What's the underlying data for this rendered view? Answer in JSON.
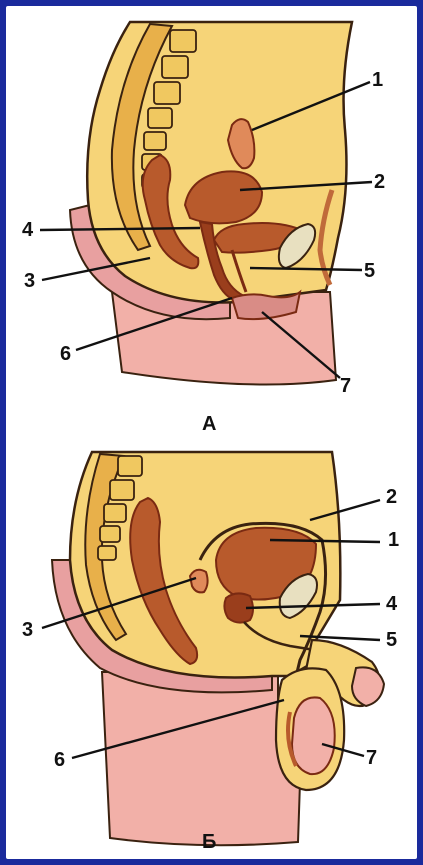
{
  "figure_a": {
    "caption": "А",
    "labels": [
      "1",
      "2",
      "3",
      "4",
      "5",
      "6",
      "7"
    ]
  },
  "figure_b": {
    "caption": "Б",
    "labels": [
      "1",
      "2",
      "3",
      "4",
      "5",
      "6",
      "7"
    ]
  },
  "colors": {
    "background": "#1a2a9c",
    "panel": "#ffffff",
    "body_fill": "#f6d478",
    "skin": "#f2b0a8",
    "skin_dark": "#d98c86",
    "organ": "#b85a2c",
    "organ_dark": "#7a2a12",
    "bone": "#f0c860",
    "outline": "#3a2210"
  }
}
